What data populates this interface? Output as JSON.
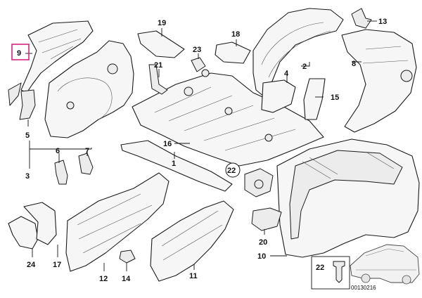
{
  "diagram": {
    "labels": {
      "p1": "1",
      "p2": "2",
      "p3": "3",
      "p4": "4",
      "p5": "5",
      "p6": "6",
      "p7": "7",
      "p8": "8",
      "p9": "9",
      "p10": "10",
      "p11": "11",
      "p12": "12",
      "p13": "13",
      "p14": "14",
      "p15": "15",
      "p16": "16",
      "p17": "17",
      "p18": "18",
      "p19": "19",
      "p20": "20",
      "p21": "21",
      "p22": "22",
      "p22b": "22",
      "p23": "23",
      "p24": "24"
    },
    "highlighted_label": "9",
    "highlight_color": "#d6247f",
    "drawing_code": "00130216"
  }
}
